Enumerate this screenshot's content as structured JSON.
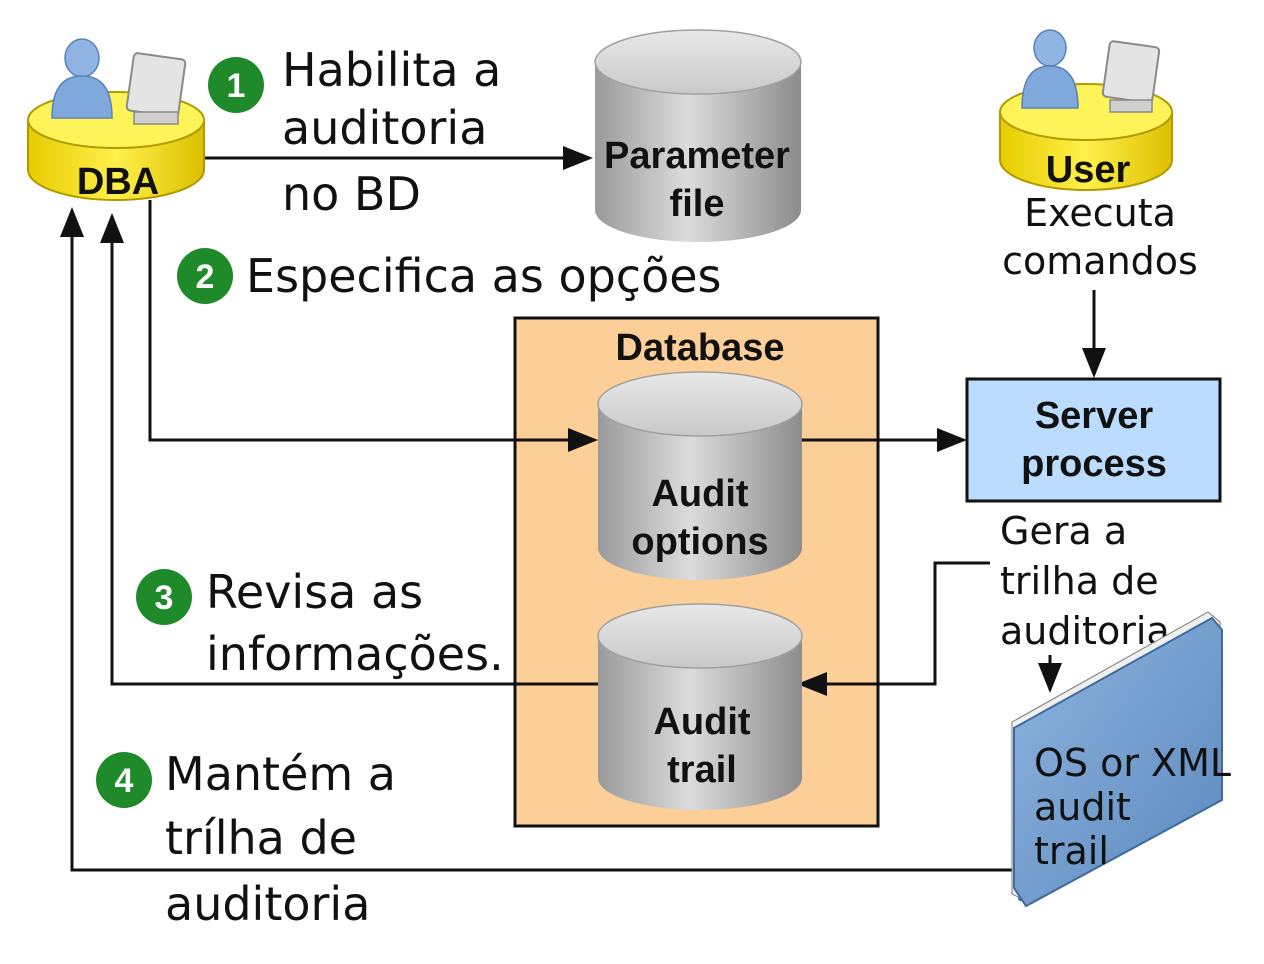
{
  "dba": {
    "label": "DBA"
  },
  "user": {
    "label": "User",
    "note_lines": [
      "Executa",
      "comandos"
    ]
  },
  "steps": [
    {
      "number": "1",
      "lines": [
        "Habilita a",
        "auditoria",
        "no BD"
      ]
    },
    {
      "number": "2",
      "lines": [
        "Especifica as opções"
      ]
    },
    {
      "number": "3",
      "lines": [
        "Revisa as",
        "informações."
      ]
    },
    {
      "number": "4",
      "lines": [
        "Mantém a",
        "trílha de",
        "auditoria"
      ]
    }
  ],
  "parameter_file": {
    "lines": [
      "Parameter",
      "file"
    ]
  },
  "database": {
    "title": "Database",
    "audit_options": {
      "lines": [
        "Audit",
        "options"
      ]
    },
    "audit_trail": {
      "lines": [
        "Audit",
        "trail"
      ]
    }
  },
  "server_process": {
    "lines": [
      "Server",
      "process"
    ]
  },
  "gera_note": {
    "lines": [
      "Gera a",
      "trilha de",
      "auditoria"
    ]
  },
  "os_trail": {
    "lines": [
      "OS or XML",
      "audit",
      "trail"
    ]
  },
  "colors": {
    "step_badge": "#1e8a2a",
    "person_platform": "#f5e21a",
    "person_body": "#7fa8dc",
    "cylinder": "#c4c4c4",
    "database_fill": "#fccf98",
    "server_fill": "#bcdcff",
    "folder": "#6f9ccd"
  }
}
